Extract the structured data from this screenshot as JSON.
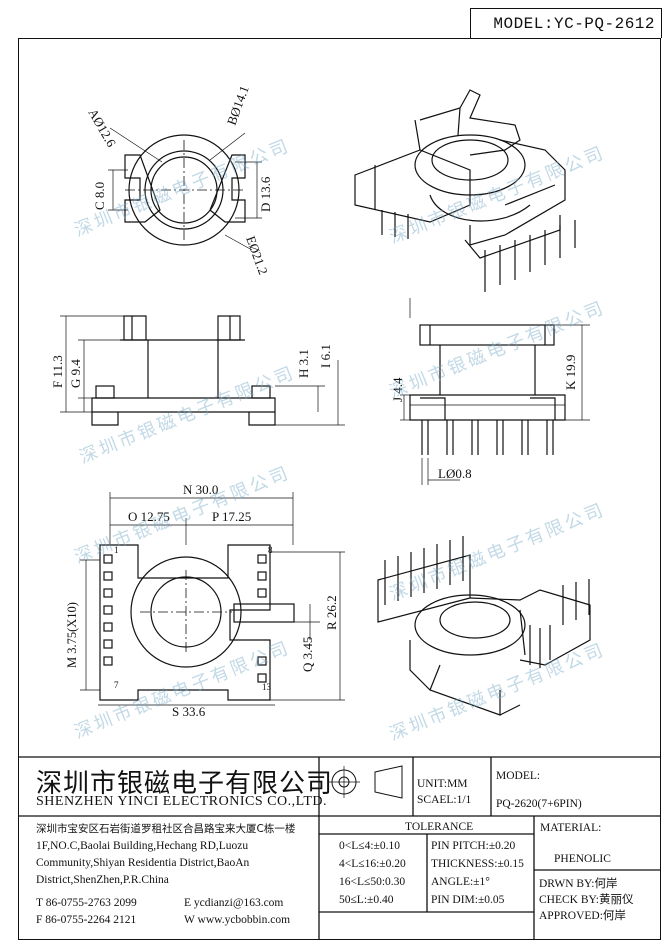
{
  "header": {
    "model_label": "MODEL:YC-PQ-2612"
  },
  "dimensions": {
    "A": "AØ12.6",
    "B": "BØ14.1",
    "C": "C 8.0",
    "D": "D 13.6",
    "E": "EØ21.2",
    "F": "F 11.3",
    "G": "G 9.4",
    "H": "H 3.1",
    "I": "I 6.1",
    "J": "J 4.4",
    "K": "K 19.9",
    "L": "LØ0.8",
    "N": "N 30.0",
    "O": "O 12.75",
    "P": "P 17.25",
    "M": "M 3.75(X10)",
    "R": "R 26.2",
    "Q": "Q 3.45",
    "S": "S 33.6"
  },
  "pins": {
    "p1": "1",
    "p7": "7",
    "p8": "8",
    "p13": "13"
  },
  "watermark": "深圳市银磁电子有限公司",
  "company": {
    "name_cn": "深圳市银磁电子有限公司",
    "name_en": "SHENZHEN YINCI ELECTRONICS CO.,LTD.",
    "address_cn": "深圳市宝安区石岩街道罗租社区合昌路宝来大厦C栋一楼",
    "address_en_1": "1F,NO.C,Baolai Building,Hechang RD,Luozu",
    "address_en_2": "Community,Shiyan Residentia District,BaoAn",
    "address_en_3": "District,ShenZhen,P.R.China",
    "tel": "T 86-0755-2763 2099",
    "fax": "F 86-0755-2264 2121",
    "email": "E ycdianzi@163.com",
    "web": "W www.ycbobbin.com"
  },
  "meta": {
    "unit": "UNIT:MM",
    "scale": "SCAEL:1/1",
    "model_title": "MODEL:",
    "model_value": "PQ-2620(7+6PIN)",
    "tolerance_title": "TOLERANCE",
    "tol_1": "0<L≤4:±0.10",
    "tol_2": "4<L≤16:±0.20",
    "tol_3": "16<L≤50:0.30",
    "tol_4": "50≤L:±0.40",
    "pin_pitch": "PIN PITCH:±0.20",
    "thickness": "THICKNESS:±0.15",
    "angle": "ANGLE:±1°",
    "pin_dim": "PIN DIM:±0.05",
    "material_title": "MATERIAL:",
    "material_value": "PHENOLIC",
    "drawn": "DRWN BY:何岸",
    "check": "CHECK BY:黄丽仪",
    "approved": "APPROVED:何岸"
  }
}
